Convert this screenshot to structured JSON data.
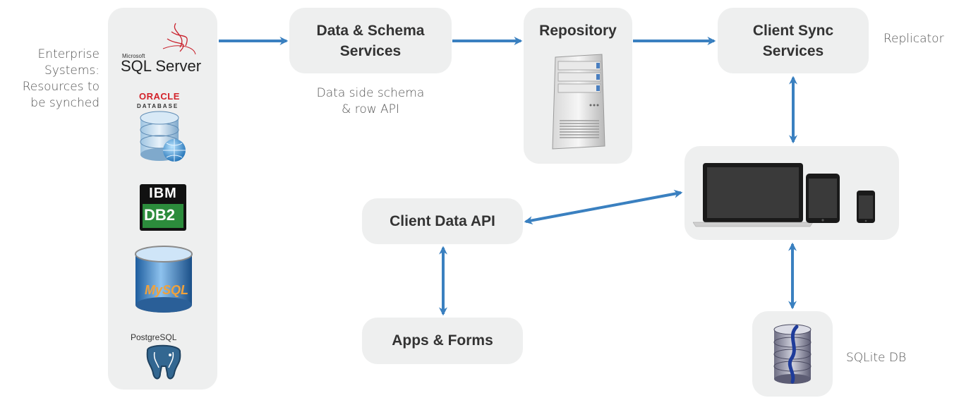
{
  "enterprise": {
    "caption_lines": [
      "Enterprise",
      "Systems:",
      "Resources to",
      "be synched"
    ],
    "logos": {
      "sqlserver_small": "Microsoft",
      "sqlserver_big": "SQL Server",
      "oracle_top": "ORACLE",
      "oracle_bottom": "DATABASE",
      "ibm": "IBM",
      "db2": "DB2",
      "mysql": "MySQL",
      "postgres": "PostgreSQL"
    }
  },
  "nodes": {
    "data_schema": {
      "line1": "Data & Schema",
      "line2": "Services"
    },
    "repository": {
      "label": "Repository"
    },
    "client_sync": {
      "line1": "Client Sync",
      "line2": "Services"
    },
    "client_data_api": {
      "label": "Client Data API"
    },
    "apps_forms": {
      "label": "Apps & Forms"
    }
  },
  "captions": {
    "data_side_line1": "Data side schema",
    "data_side_line2": "& row API",
    "replicator": "Replicator",
    "sqlite": "SQLite DB"
  },
  "colors": {
    "arrow": "#3a80c0",
    "box": "#eeefef"
  }
}
